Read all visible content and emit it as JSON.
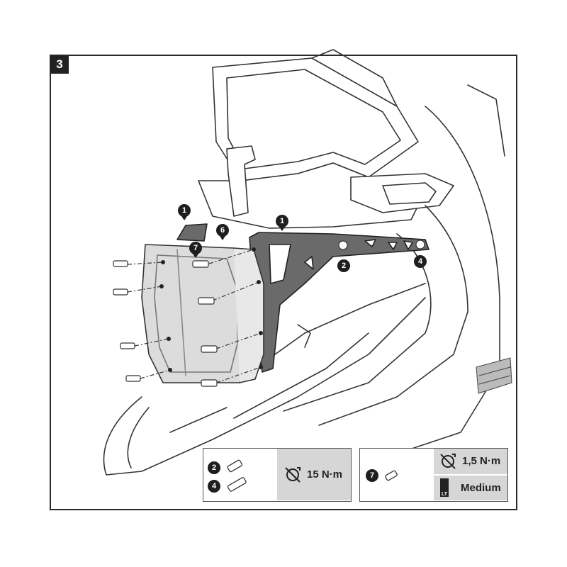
{
  "step": {
    "number": "3"
  },
  "callouts": {
    "c1a": "1",
    "c1b": "1",
    "c6": "6",
    "c7": "7",
    "c2": "2",
    "c4": "4"
  },
  "spec_a": {
    "callout_top": "2",
    "callout_bottom": "4",
    "torque": "15 N·m"
  },
  "spec_b": {
    "callout": "7",
    "torque": "1,5 N·m",
    "thread_lock": "Medium",
    "lt_label": "LT"
  },
  "colors": {
    "ink": "#222222",
    "panel_grey": "#d6d6d6",
    "lens": "#c9c9c9",
    "bracket": "#555555"
  }
}
